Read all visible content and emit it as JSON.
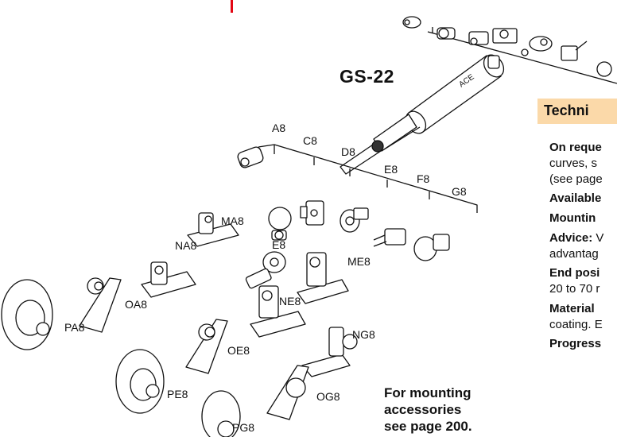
{
  "title": "GS-22",
  "labels": {
    "A8": "A8",
    "C8": "C8",
    "D8": "D8",
    "E8_rod": "E8",
    "F8": "F8",
    "G8": "G8",
    "MA8": "MA8",
    "E8_eye": "E8",
    "NA8": "NA8",
    "ME8": "ME8",
    "NE8": "NE8",
    "OA8": "OA8",
    "NG8": "NG8",
    "PA8": "PA8",
    "OE8": "OE8",
    "PE8": "PE8",
    "OG8": "OG8",
    "PG8": "PG8"
  },
  "mounting_note": [
    "For mounting",
    "accessories",
    "see page 200."
  ],
  "tech": {
    "heading": "Techni",
    "on_request_label": "On reque",
    "on_request_line2": "curves, s",
    "on_request_line3": "(see page",
    "available_label": "Available",
    "mounting_label": "Mountin",
    "advice_label": "Advice:",
    "advice_text": " V",
    "advice_line2": "advantag",
    "end_pos_label": "End posi",
    "end_pos_line2": "20 to 70 r",
    "material_label": "Material",
    "material_line2": "coating. E",
    "progress_label": "Progress"
  },
  "colors": {
    "accent_red": "#e30613",
    "tech_bg": "#fbd9a9"
  }
}
